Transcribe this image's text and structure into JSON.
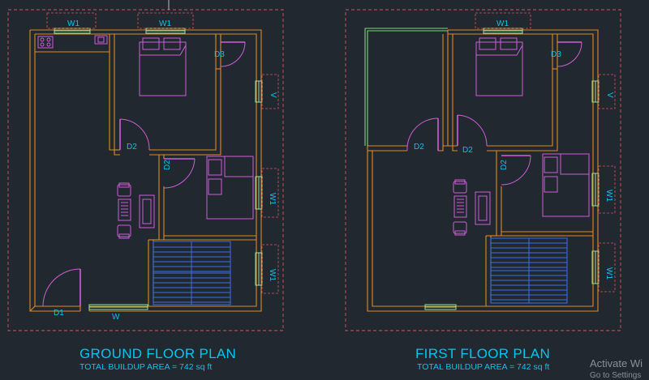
{
  "plans": [
    {
      "title": "GROUND FLOOR PLAN",
      "area": "TOTAL BUILDUP AREA = 742 sq ft",
      "labels": {
        "w1_top_left": "W1",
        "w1_top_right": "W1",
        "d3": "D3",
        "v": "V",
        "d2_a": "D2",
        "d2_b": "D2",
        "w1_right_a": "W1",
        "w1_right_b": "W1",
        "d1": "D1",
        "w_bottom": "W"
      }
    },
    {
      "title": "FIRST FLOOR PLAN",
      "area": "TOTAL BUILDUP AREA = 742 sq ft",
      "labels": {
        "w1_top": "W1",
        "d3": "D3",
        "v": "V",
        "d2_a": "D2",
        "d2_b": "D2",
        "d2_c": "D2",
        "w1_right_a": "W1",
        "w1_right_b": "W1"
      }
    }
  ],
  "watermark": {
    "line1": "Activate Wi",
    "line2": "Go to Settings"
  },
  "colors": {
    "background": "#212830",
    "wall": "#e08a1e",
    "furniture": "#d05ed8",
    "label": "#00c8ee",
    "boundary": "#e0505a",
    "window": "#9be29b",
    "stairs": "#3a70e6"
  }
}
